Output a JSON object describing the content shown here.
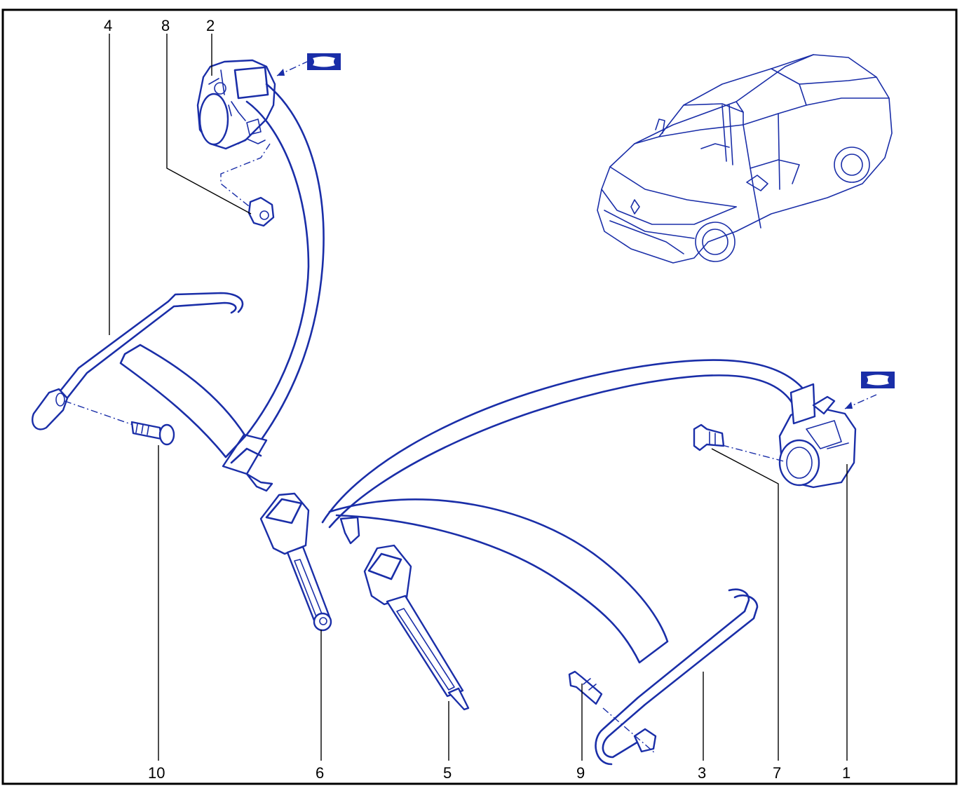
{
  "diagram": {
    "callouts": [
      {
        "id": "c4",
        "label": "4"
      },
      {
        "id": "c8",
        "label": "8"
      },
      {
        "id": "c2",
        "label": "2"
      },
      {
        "id": "c10",
        "label": "10"
      },
      {
        "id": "c6",
        "label": "6"
      },
      {
        "id": "c5",
        "label": "5"
      },
      {
        "id": "c9",
        "label": "9"
      },
      {
        "id": "c3",
        "label": "3"
      },
      {
        "id": "c7",
        "label": "7"
      },
      {
        "id": "c1",
        "label": "1"
      }
    ],
    "colors": {
      "line_art": "#1a2ea8",
      "frame": "#000000",
      "background": "#ffffff"
    },
    "icons": [
      "torque-symbol-icon",
      "torque-symbol-icon"
    ]
  }
}
